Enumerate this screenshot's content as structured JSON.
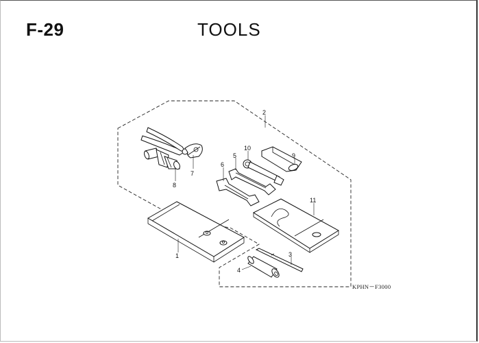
{
  "header": {
    "page_code": "F-29",
    "title": "TOOLS"
  },
  "diagram": {
    "reference_code": "KPHN－F3000",
    "callouts": [
      "1",
      "2",
      "3",
      "4",
      "5",
      "6",
      "7",
      "8",
      "9",
      "10",
      "11"
    ]
  }
}
